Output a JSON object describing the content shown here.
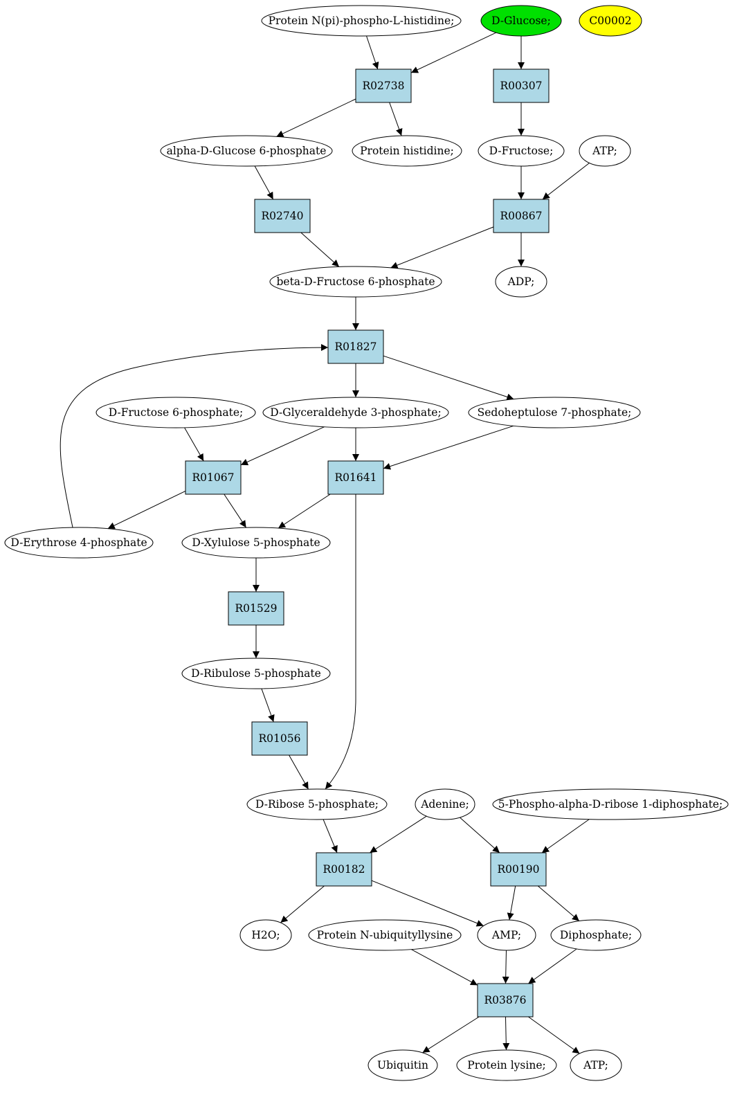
{
  "diagram": {
    "colors": {
      "compound": "#ffffff",
      "reaction": "#add8e6",
      "highlight_source": "#00e000",
      "highlight_query": "#ffff00"
    },
    "nodes": [
      {
        "id": "c_protein_nphospho",
        "kind": "compound",
        "label": "Protein N(pi)-phospho-L-histidine;"
      },
      {
        "id": "c_dglucose",
        "kind": "compound",
        "label": "D-Glucose;",
        "fill": "#00e000"
      },
      {
        "id": "c_c00002",
        "kind": "compound",
        "label": "C00002",
        "fill": "#ffff00"
      },
      {
        "id": "r_R02738",
        "kind": "reaction",
        "label": "R02738"
      },
      {
        "id": "r_R00307",
        "kind": "reaction",
        "label": "R00307"
      },
      {
        "id": "c_aglc6p",
        "kind": "compound",
        "label": "alpha-D-Glucose 6-phosphate"
      },
      {
        "id": "c_protein_his",
        "kind": "compound",
        "label": "Protein histidine;"
      },
      {
        "id": "c_dfructose",
        "kind": "compound",
        "label": "D-Fructose;"
      },
      {
        "id": "c_atp1",
        "kind": "compound",
        "label": "ATP;"
      },
      {
        "id": "r_R02740",
        "kind": "reaction",
        "label": "R02740"
      },
      {
        "id": "r_R00867",
        "kind": "reaction",
        "label": "R00867"
      },
      {
        "id": "c_bfru6p",
        "kind": "compound",
        "label": "beta-D-Fructose 6-phosphate"
      },
      {
        "id": "c_adp",
        "kind": "compound",
        "label": "ADP;"
      },
      {
        "id": "r_R01827",
        "kind": "reaction",
        "label": "R01827"
      },
      {
        "id": "c_dfru6p",
        "kind": "compound",
        "label": "D-Fructose 6-phosphate;"
      },
      {
        "id": "c_g3p",
        "kind": "compound",
        "label": "D-Glyceraldehyde 3-phosphate;"
      },
      {
        "id": "c_s7p",
        "kind": "compound",
        "label": "Sedoheptulose 7-phosphate;"
      },
      {
        "id": "r_R01067",
        "kind": "reaction",
        "label": "R01067"
      },
      {
        "id": "r_R01641",
        "kind": "reaction",
        "label": "R01641"
      },
      {
        "id": "c_e4p",
        "kind": "compound",
        "label": "D-Erythrose 4-phosphate"
      },
      {
        "id": "c_x5p",
        "kind": "compound",
        "label": "D-Xylulose 5-phosphate"
      },
      {
        "id": "r_R01529",
        "kind": "reaction",
        "label": "R01529"
      },
      {
        "id": "c_ru5p",
        "kind": "compound",
        "label": "D-Ribulose 5-phosphate"
      },
      {
        "id": "r_R01056",
        "kind": "reaction",
        "label": "R01056"
      },
      {
        "id": "c_r5p",
        "kind": "compound",
        "label": "D-Ribose 5-phosphate;"
      },
      {
        "id": "c_adenine",
        "kind": "compound",
        "label": "Adenine;"
      },
      {
        "id": "c_prpp",
        "kind": "compound",
        "label": "5-Phospho-alpha-D-ribose 1-diphosphate;"
      },
      {
        "id": "r_R00182",
        "kind": "reaction",
        "label": "R00182"
      },
      {
        "id": "r_R00190",
        "kind": "reaction",
        "label": "R00190"
      },
      {
        "id": "c_h2o",
        "kind": "compound",
        "label": "H2O;"
      },
      {
        "id": "c_prot_ubi",
        "kind": "compound",
        "label": "Protein N-ubiquityllysine"
      },
      {
        "id": "c_amp",
        "kind": "compound",
        "label": "AMP;"
      },
      {
        "id": "c_diphosphate",
        "kind": "compound",
        "label": "Diphosphate;"
      },
      {
        "id": "r_R03876",
        "kind": "reaction",
        "label": "R03876"
      },
      {
        "id": "c_ubiquitin",
        "kind": "compound",
        "label": "Ubiquitin"
      },
      {
        "id": "c_protein_lys",
        "kind": "compound",
        "label": "Protein lysine;"
      },
      {
        "id": "c_atp2",
        "kind": "compound",
        "label": "ATP;"
      }
    ],
    "edges": [
      {
        "from": "c_protein_nphospho",
        "to": "r_R02738"
      },
      {
        "from": "c_dglucose",
        "to": "r_R02738"
      },
      {
        "from": "c_dglucose",
        "to": "r_R00307"
      },
      {
        "from": "r_R02738",
        "to": "c_aglc6p"
      },
      {
        "from": "r_R02738",
        "to": "c_protein_his"
      },
      {
        "from": "r_R00307",
        "to": "c_dfructose"
      },
      {
        "from": "c_aglc6p",
        "to": "r_R02740"
      },
      {
        "from": "c_dfructose",
        "to": "r_R00867"
      },
      {
        "from": "c_atp1",
        "to": "r_R00867"
      },
      {
        "from": "r_R02740",
        "to": "c_bfru6p"
      },
      {
        "from": "r_R00867",
        "to": "c_bfru6p"
      },
      {
        "from": "r_R00867",
        "to": "c_adp"
      },
      {
        "from": "c_bfru6p",
        "to": "r_R01827"
      },
      {
        "from": "r_R01827",
        "to": "c_g3p"
      },
      {
        "from": "r_R01827",
        "to": "c_s7p"
      },
      {
        "from": "c_dfru6p",
        "to": "r_R01067"
      },
      {
        "from": "c_g3p",
        "to": "r_R01067"
      },
      {
        "from": "c_g3p",
        "to": "r_R01641"
      },
      {
        "from": "c_s7p",
        "to": "r_R01641"
      },
      {
        "from": "r_R01067",
        "to": "c_e4p"
      },
      {
        "from": "r_R01067",
        "to": "c_x5p"
      },
      {
        "from": "r_R01641",
        "to": "c_x5p"
      },
      {
        "from": "c_e4p",
        "to": "r_R01827"
      },
      {
        "from": "c_x5p",
        "to": "r_R01529"
      },
      {
        "from": "r_R01529",
        "to": "c_ru5p"
      },
      {
        "from": "c_ru5p",
        "to": "r_R01056"
      },
      {
        "from": "r_R01056",
        "to": "c_r5p"
      },
      {
        "from": "r_R01641",
        "to": "c_r5p"
      },
      {
        "from": "c_r5p",
        "to": "r_R00182"
      },
      {
        "from": "c_adenine",
        "to": "r_R00182"
      },
      {
        "from": "c_adenine",
        "to": "r_R00190"
      },
      {
        "from": "c_prpp",
        "to": "r_R00190"
      },
      {
        "from": "r_R00182",
        "to": "c_h2o"
      },
      {
        "from": "r_R00182",
        "to": "c_amp"
      },
      {
        "from": "r_R00190",
        "to": "c_amp"
      },
      {
        "from": "r_R00190",
        "to": "c_diphosphate"
      },
      {
        "from": "c_prot_ubi",
        "to": "r_R03876"
      },
      {
        "from": "c_amp",
        "to": "r_R03876"
      },
      {
        "from": "c_diphosphate",
        "to": "r_R03876"
      },
      {
        "from": "r_R03876",
        "to": "c_ubiquitin"
      },
      {
        "from": "r_R03876",
        "to": "c_protein_lys"
      },
      {
        "from": "r_R03876",
        "to": "c_atp2"
      }
    ]
  }
}
